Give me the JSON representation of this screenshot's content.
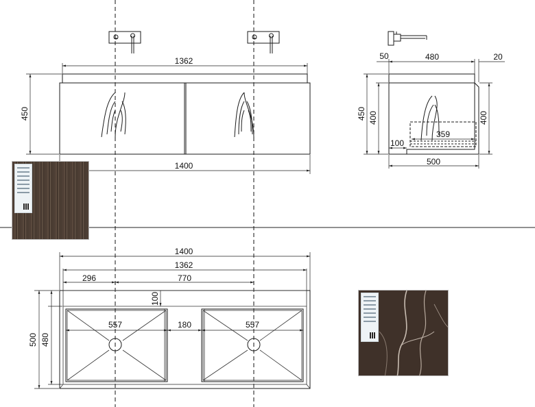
{
  "elevation": {
    "dims": {
      "top_width": "1362",
      "height": "450",
      "bottom_width": "1400"
    }
  },
  "side_view": {
    "dims": {
      "offset_left": "50",
      "depth": "480",
      "offset_right": "20",
      "outer_height": "450",
      "inner_height": "400",
      "right_height": "400",
      "drawer_width": "359",
      "toe_kick": "100",
      "base_depth": "500"
    }
  },
  "plan_view": {
    "dims": {
      "overall_width": "1400",
      "top_width": "1362",
      "tap_offset": "296",
      "tap_spacing": "770",
      "back_gap": "100",
      "basin_left": "557",
      "center_gap": "180",
      "basin_right": "557",
      "overall_depth": "500",
      "inner_depth": "480"
    }
  },
  "swatches": {
    "wood": {
      "base_color": "#4e3f35",
      "streak_color": "#6b5a4c"
    },
    "marble": {
      "base_color": "#3f3129",
      "vein_color": "#c9bdb2"
    }
  }
}
